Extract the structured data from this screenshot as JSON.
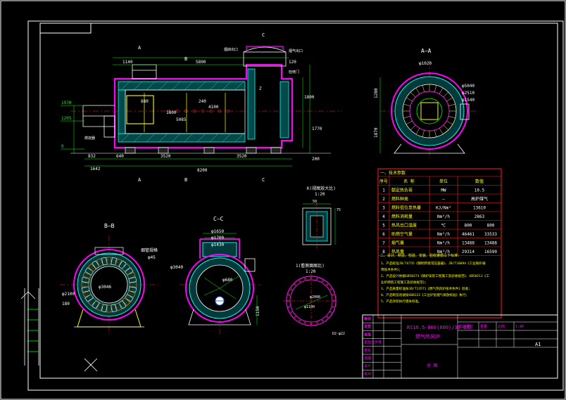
{
  "colors": {
    "bg": "#000000",
    "frame": "#ffffff",
    "magenta": "#ff00ff",
    "cyan": "#00ffff",
    "green": "#00ff00",
    "yellow": "#ffff00",
    "red": "#ff2020",
    "orange": "#ff8c00",
    "blue": "#3a6bff",
    "grey": "#9a9a9a"
  },
  "main_view": {
    "dims_top": [
      "1140",
      "5890",
      "120"
    ],
    "dims_bottom_1": [
      "832",
      "640",
      "3520",
      "3520"
    ],
    "dims_bottom_2": [
      "1642",
      "8200"
    ],
    "dims_right": [
      "1800",
      "1770",
      "200"
    ],
    "levels": [
      "1970",
      "1205",
      "0"
    ],
    "section_marks": [
      "A",
      "B",
      "C"
    ],
    "inner_labels": [
      "240",
      "4100",
      "5085",
      "1800",
      "880",
      "Z"
    ],
    "callouts": [
      "烟囱出口",
      "烟气出口",
      "燃烧器",
      "检修门"
    ]
  },
  "section_aa": {
    "title": "A—A",
    "dims": [
      "φ1020",
      "φ5040",
      "φ2510",
      "φ1540"
    ],
    "side_dims": [
      "1280",
      "1870"
    ]
  },
  "section_bb": {
    "title": "B—B",
    "dims": [
      "φ3046",
      "φ2100",
      "180"
    ],
    "callouts": [
      "烟管规格",
      "φ45"
    ]
  },
  "section_cc": {
    "title": "C—C",
    "dims": [
      "φ1650",
      "φ1700",
      "φ1430",
      "φ3040",
      "φ680",
      "1150"
    ]
  },
  "detail_k": {
    "title": "K(视图放大比)",
    "scale": "1:20",
    "dims": [
      "50",
      "75"
    ]
  },
  "detail_ring": {
    "title": "1(看侧面图比)",
    "scale": "1:20",
    "dims": [
      "φ1100",
      "φ2000",
      "D2-φ22"
    ]
  },
  "tech_table": {
    "title": "一、技术参数",
    "headers": [
      "序号",
      "名  称",
      "单位",
      "数值"
    ],
    "rows": [
      [
        "1",
        "额定热负荷",
        "MW",
        "10.5",
        ""
      ],
      [
        "2",
        "燃料种类",
        "—",
        "高炉煤气",
        ""
      ],
      [
        "3",
        "燃料低位发热量",
        "KJ/Nm³",
        "13610",
        ""
      ],
      [
        "4",
        "燃料消耗量",
        "Nm³/h",
        "2863",
        ""
      ],
      [
        "5",
        "热风出口温度",
        "℃",
        "800",
        "800"
      ],
      [
        "6",
        "助燃空气量",
        "Nm³/h",
        "46461",
        "33533"
      ],
      [
        "7",
        "烟气量",
        "Nm³/h",
        "13488",
        "13488"
      ],
      [
        "8",
        "热风量",
        "Nm³/h",
        "29314",
        "16590"
      ]
    ],
    "notes_title": "二、设计、制造、检验、安装、验收遵循以下标准：",
    "notes": [
      "1、产品标准JB/T4735《钢制焊接常压容器》、JB/T10094《工业锅炉通用技术条件》；",
      "2、产品设计依据GB50273《锅炉安装工程施工及验收规范》、GB50211《工业炉砌筑工程施工及验收规范》；",
      "3、产品质量标准按JB/T13571《燃气热风炉技术条件》验收；",
      "4、产品制造验收按GB8222《工业炉窑烟气排放标准》执行；",
      "5、产品涂装执行相关标准。"
    ]
  },
  "title_block": {
    "model": "RS10.5-800(800)/30-Q高",
    "name": "燃气热风炉",
    "drawing_title": "总  图",
    "sheet": "A1",
    "cells": [
      "标记",
      "处数",
      "分区",
      "更改文件号",
      "签名",
      "日期",
      "设计",
      "校对",
      "审核",
      "工艺",
      "批准"
    ],
    "right_cells": [
      "阶段标记",
      "重量",
      "比例",
      "1:40"
    ]
  }
}
